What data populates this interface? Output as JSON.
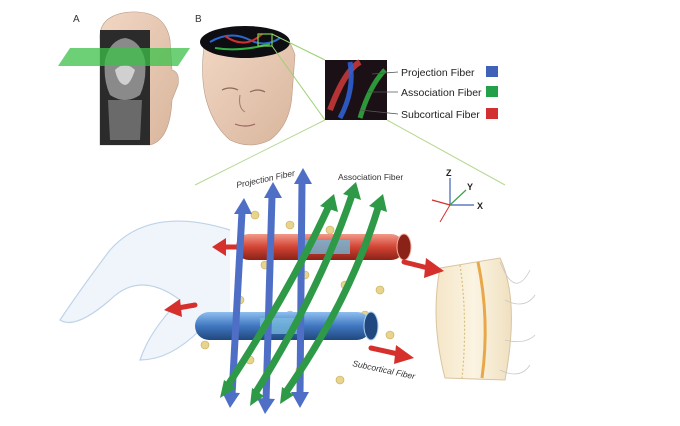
{
  "panels": {
    "a_label": "A",
    "b_label": "B"
  },
  "legend": {
    "items": [
      {
        "label": "Projection Fiber",
        "color": "#3f62b8"
      },
      {
        "label": "Association Fiber",
        "color": "#22a04a"
      },
      {
        "label": "Subcortical Fiber",
        "color": "#d23030"
      }
    ]
  },
  "axes": {
    "z": "Z",
    "y": "Y",
    "x": "X"
  },
  "diagram_labels": {
    "projection": "Projection Fiber",
    "association": "Association Fiber",
    "subcortical": "Subcortical Fiber"
  },
  "colors": {
    "projection": "#4f6fc6",
    "association": "#2e9a48",
    "subcortical": "#d5302c",
    "tube_blue": "#4d86c8",
    "tube_red": "#d94a3a",
    "neuron": "#e8d48c"
  }
}
